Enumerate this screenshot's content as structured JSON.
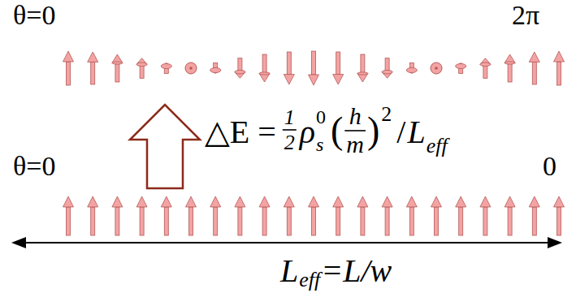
{
  "diagram": {
    "labels": [
      "θ=0",
      "2π",
      "θ=0",
      "0",
      "△E",
      "=",
      "1",
      "2",
      "ρ",
      "s",
      "0",
      "(",
      "h",
      "m",
      ")",
      "2",
      "/",
      "L",
      "eff",
      "L",
      "eff",
      "=L/w"
    ]
  }
}
